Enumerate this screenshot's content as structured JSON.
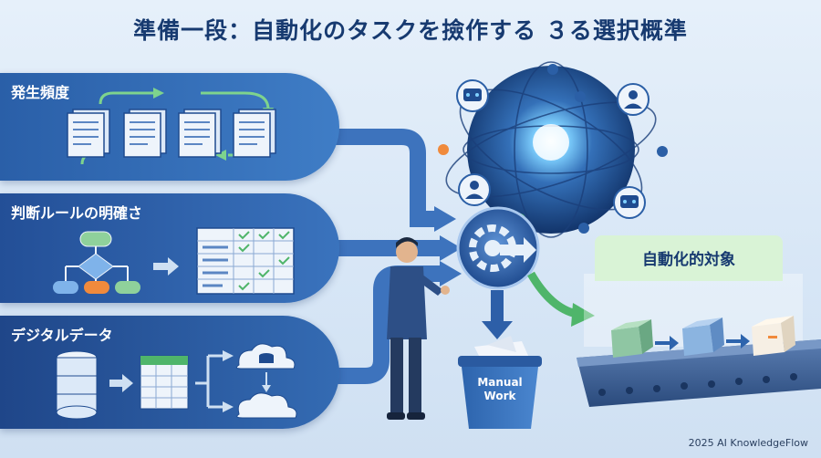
{
  "title": "準備一段：自動化のタスクを撿作する ３る選択概準",
  "panels": [
    {
      "label": "発生頻度"
    },
    {
      "label": "判断ルールの明確さ"
    },
    {
      "label": "デジタルデータ"
    }
  ],
  "manual_bin": {
    "line1": "Manual",
    "line2": "Work"
  },
  "target": {
    "label": "自動化的対象"
  },
  "copyright": "2025 AI KnowledgeFlow",
  "colors": {
    "title": "#173a70",
    "band": "#2f62ad",
    "accent_green": "#4fb56a",
    "glow": "#7fd1ff"
  }
}
